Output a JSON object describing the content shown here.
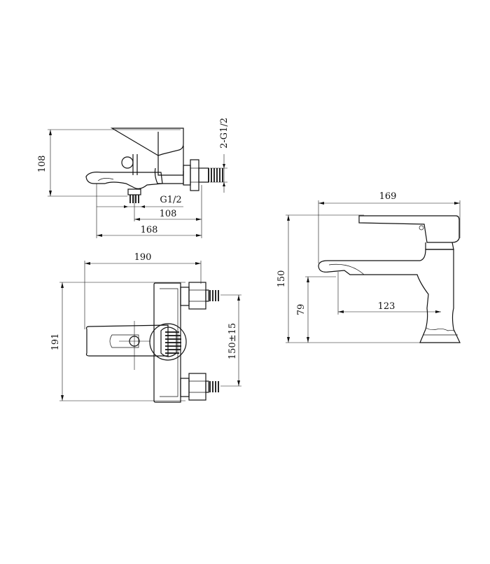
{
  "drawing": {
    "side_view": {
      "dim_height": "108",
      "dim_inlet": "G1/2",
      "dim_spout": "108",
      "dim_length": "168",
      "dim_thread": "2-G1/2"
    },
    "top_view": {
      "dim_width": "190",
      "dim_depth": "191",
      "dim_centers": "150±15"
    },
    "right_view": {
      "dim_length": "169",
      "dim_height": "150",
      "dim_spout_height": "79",
      "dim_spout_reach": "123"
    }
  }
}
